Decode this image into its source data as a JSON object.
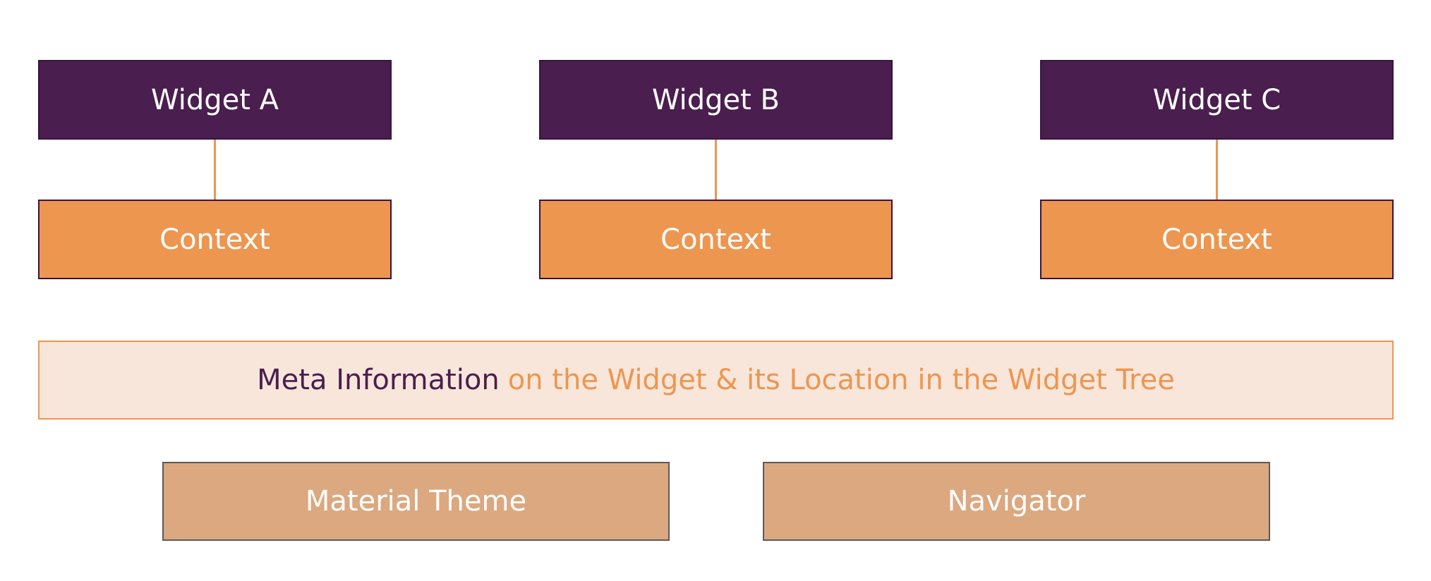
{
  "widgets": [
    {
      "label": "Widget A",
      "context_label": "Context"
    },
    {
      "label": "Widget B",
      "context_label": "Context"
    },
    {
      "label": "Widget C",
      "context_label": "Context"
    }
  ],
  "meta_bar": {
    "lead": "Meta Information",
    "rest": "on the Widget & its Location in the Widget Tree"
  },
  "providers": [
    {
      "label": "Material Theme"
    },
    {
      "label": "Navigator"
    }
  ],
  "colors": {
    "widget_fill": "#4a1e4e",
    "context_fill": "#ed9650",
    "meta_fill": "#f9e6da",
    "provider_fill": "#dba880",
    "connector": "#ed9650"
  }
}
